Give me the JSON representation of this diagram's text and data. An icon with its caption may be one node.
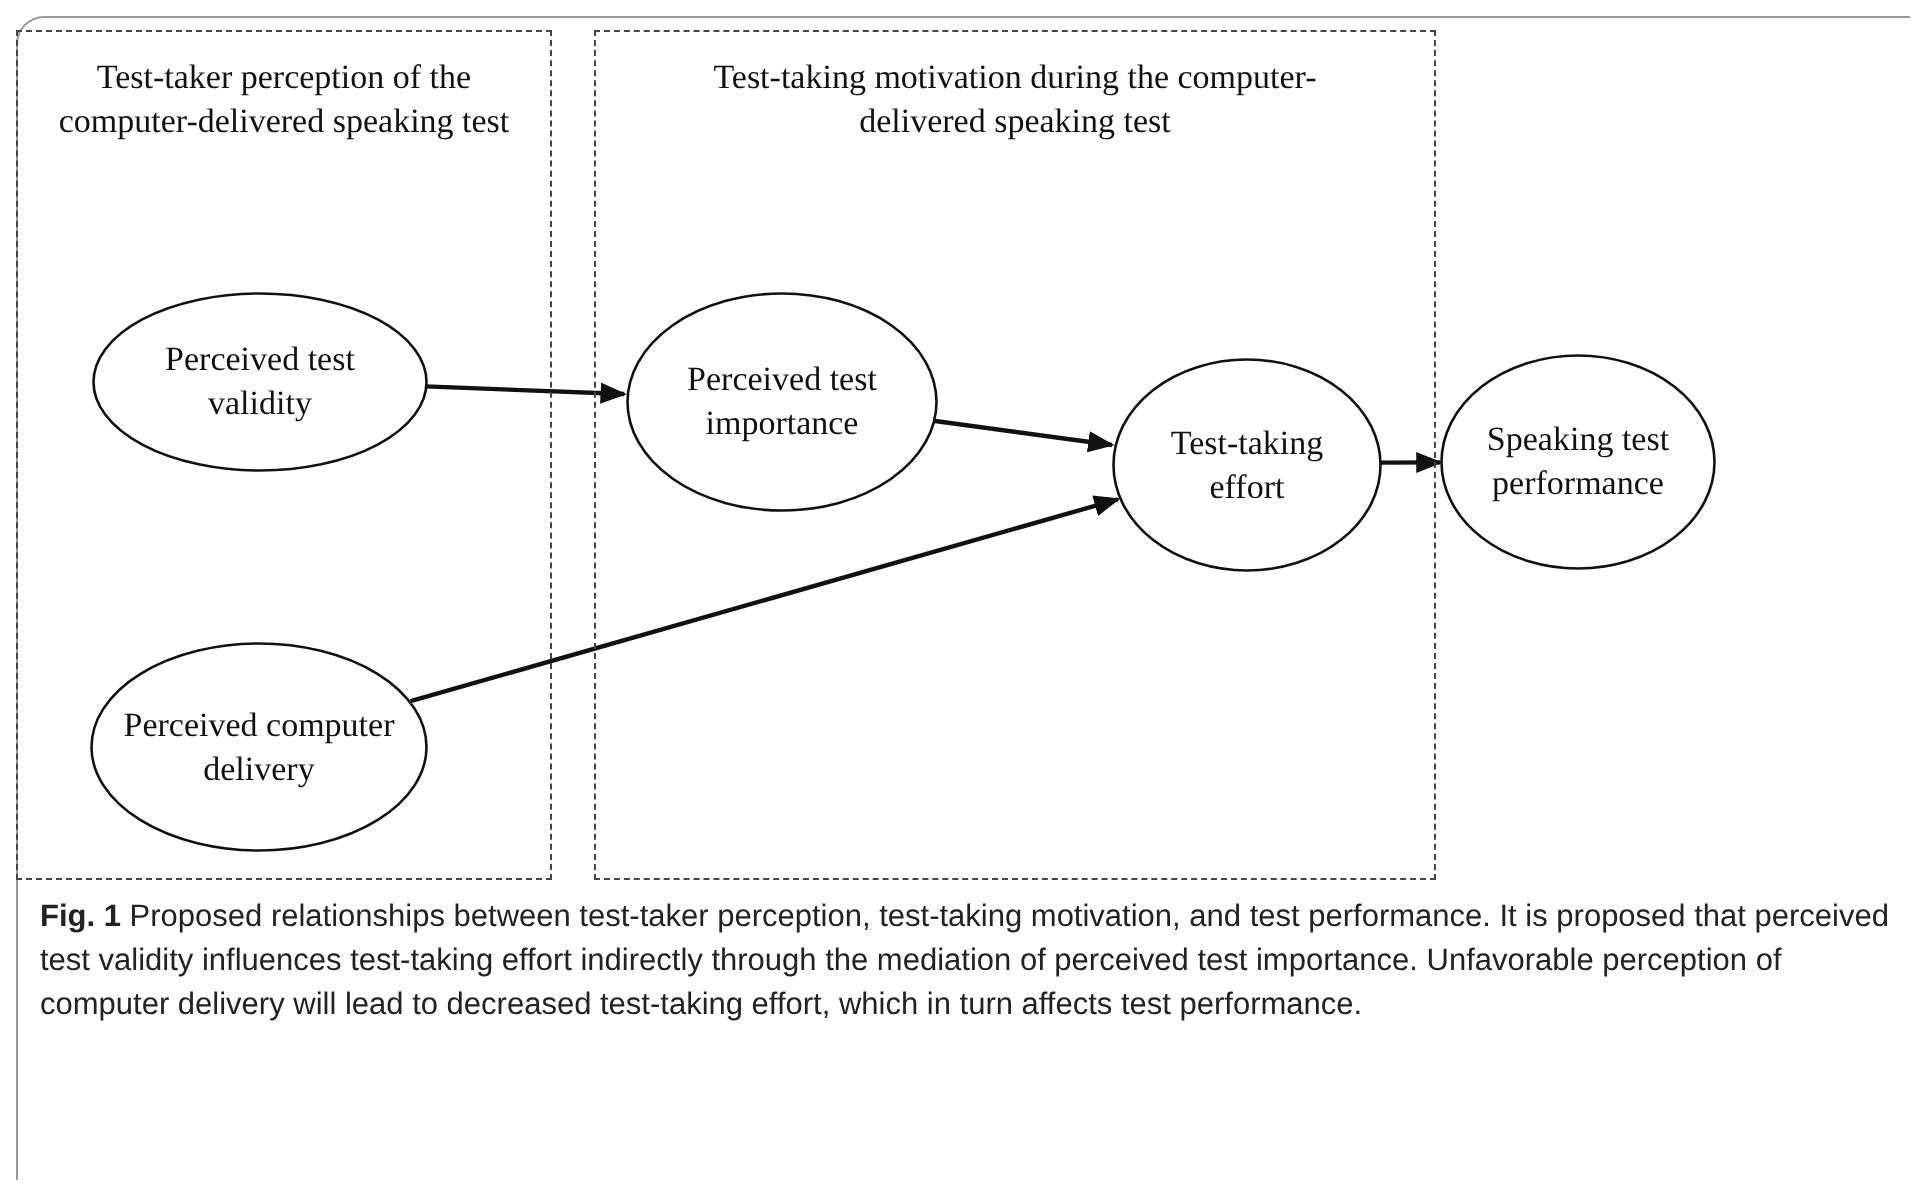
{
  "diagram": {
    "caption": "**Fig. 1** Proposed relationships between test-taker perception, test-taking motivation, and test performance. It is proposed that perceived test validity influences test-taking effort indirectly through the mediation of perceived test importance. Unfavorable perception of computer delivery will lead to decreased test-taking effort, which in turn affects test performance.",
    "nodes": [
      {
        "text": [
          "Test-taker perception of the computer-delivered speaking test"
        ]
      },
      {
        "text": [
          "Test-taking motivation during the computer-delivered speaking test"
        ]
      },
      {
        "text": [
          "Perceived test validity"
        ],
        "in": 0
      },
      {
        "text": [
          "Perceived computer delivery"
        ],
        "in": 0
      },
      {
        "text": [
          "Perceived test importance"
        ],
        "in": 1
      },
      {
        "text": [
          "Test-taking effort"
        ],
        "in": 1
      },
      {
        "text": [
          "Speaking test performance"
        ]
      }
    ],
    "edges": [
      {
        "from": 2,
        "to": 4,
        "arrow": "to"
      },
      {
        "from": 4,
        "to": 5,
        "arrow": "to"
      },
      {
        "from": 3,
        "to": 5,
        "arrow": "to"
      },
      {
        "from": 5,
        "to": 6,
        "arrow": "to"
      }
    ]
  }
}
